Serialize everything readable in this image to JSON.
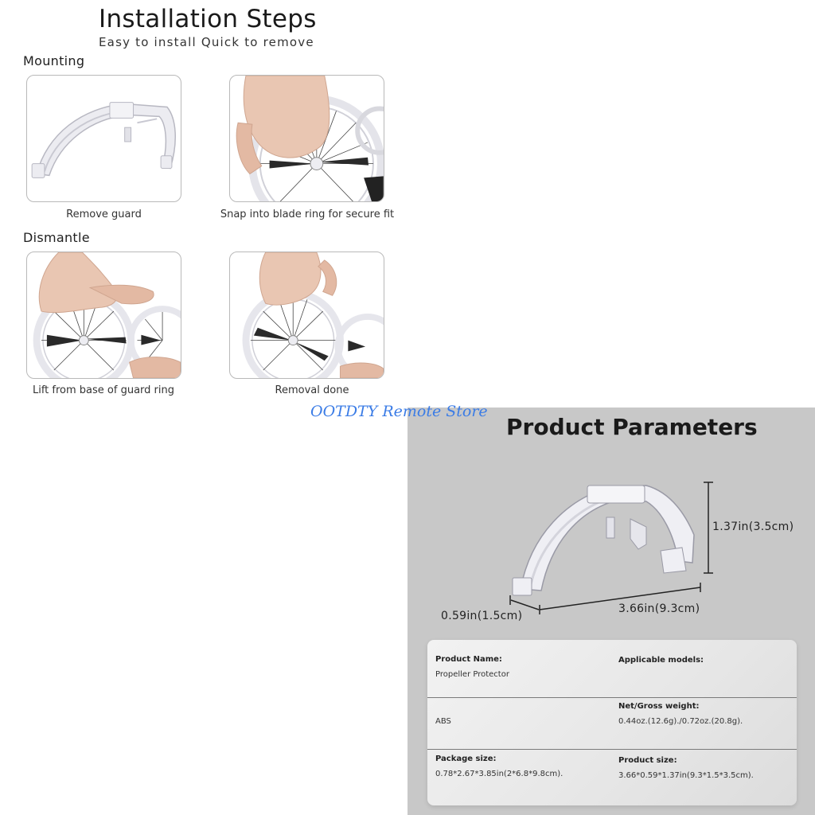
{
  "header": {
    "title": "Installation Steps",
    "subtitle": "Easy to install Quick to remove"
  },
  "mounting": {
    "heading": "Mounting",
    "steps": [
      {
        "caption": "Remove guard"
      },
      {
        "caption": "Snap into blade ring for secure fit"
      }
    ]
  },
  "dismantle": {
    "heading": "Dismantle",
    "steps": [
      {
        "caption": "Lift from base of guard ring"
      },
      {
        "caption": "Removal done"
      }
    ]
  },
  "watermark": "OOTDTY Remote Store",
  "params": {
    "title": "Product Parameters",
    "dims": {
      "height": "1.37in(3.5cm)",
      "depth": "0.59in(1.5cm)",
      "length": "3.66in(9.3cm)"
    },
    "table": {
      "product_name_label": "Product Name:",
      "product_name_value": "Propeller Protector",
      "applicable_label": "Applicable models:",
      "material_value": "ABS",
      "weight_label": "Net/Gross weight:",
      "weight_value": "0.44oz.(12.6g)./0.72oz.(20.8g).",
      "package_label": "Package size:",
      "package_value": "0.78*2.67*3.85in(2*6.8*9.8cm).",
      "size_label": "Product size:",
      "size_value": "3.66*0.59*1.37in(9.3*1.5*3.5cm)."
    }
  },
  "colors": {
    "guard": "#e8e8ee",
    "guard_edge": "#b8b8c2",
    "blade": "#2a2a2a",
    "skin": "#e9c6b2",
    "panel": "#c8c8c8",
    "watermark": "#3b7ce6"
  }
}
